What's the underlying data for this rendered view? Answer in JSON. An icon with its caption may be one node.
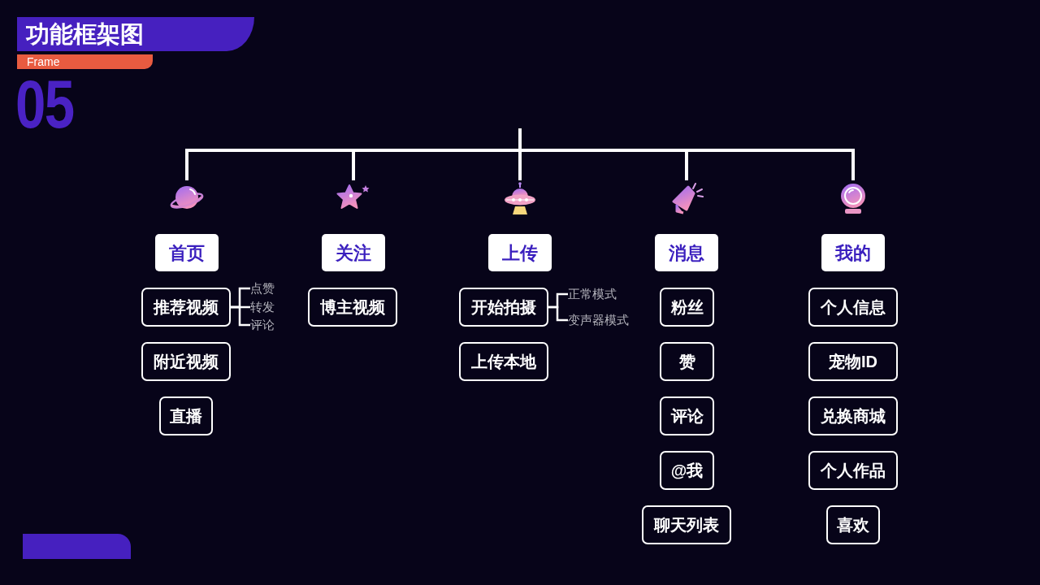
{
  "diagram": {
    "title": "功能框架图",
    "nodes": [
      {
        "text": [],
        "shape": "picture"
      },
      {
        "text": [],
        "shape": "picture"
      },
      {
        "text": [],
        "shape": "picture"
      },
      {
        "text": [],
        "shape": "picture"
      },
      {
        "text": [],
        "shape": "picture"
      },
      {
        "text": [
          "首页"
        ]
      },
      {
        "text": [
          "关注"
        ]
      },
      {
        "text": [
          "上传"
        ]
      },
      {
        "text": [
          "消息"
        ]
      },
      {
        "text": [
          "我的"
        ]
      },
      {
        "text": [
          "推荐视频"
        ]
      },
      {
        "text": [
          "点赞"
        ]
      },
      {
        "text": [
          "转发"
        ]
      },
      {
        "text": [
          "评论"
        ]
      },
      {
        "text": [
          "附近视频"
        ]
      },
      {
        "text": [
          "直播"
        ]
      },
      {
        "text": [
          "博主视频"
        ]
      },
      {
        "text": [
          "开始拍摄"
        ]
      },
      {
        "text": [
          "正常模式"
        ]
      },
      {
        "text": [
          "变声器模式"
        ]
      },
      {
        "text": [
          "上传本地"
        ]
      },
      {
        "text": [
          "粉丝"
        ]
      },
      {
        "text": [
          "赞"
        ]
      },
      {
        "text": [
          "评论"
        ]
      },
      {
        "text": [
          "@我"
        ]
      },
      {
        "text": [
          "聊天列表"
        ]
      },
      {
        "text": [
          "个人信息"
        ]
      },
      {
        "text": [
          "宠物ID"
        ]
      },
      {
        "text": [
          "兑换商城"
        ]
      },
      {
        "text": [
          "个人作品"
        ]
      },
      {
        "text": [
          "喜欢"
        ]
      }
    ],
    "edges": [
      {
        "from": null,
        "to": 0,
        "arrow": "none"
      },
      {
        "from": null,
        "to": 1,
        "arrow": "none"
      },
      {
        "from": null,
        "to": 2,
        "arrow": "none"
      },
      {
        "from": null,
        "to": 3,
        "arrow": "none"
      },
      {
        "from": null,
        "to": 4,
        "arrow": "none"
      },
      {
        "from": 10,
        "to": 11,
        "arrow": "none"
      },
      {
        "from": 10,
        "to": 12,
        "arrow": "none"
      },
      {
        "from": 10,
        "to": 13,
        "arrow": "none"
      },
      {
        "from": 17,
        "to": 18,
        "arrow": "none"
      },
      {
        "from": 17,
        "to": 19,
        "arrow": "none"
      }
    ],
    "labels": [
      "Frame",
      "05"
    ]
  }
}
